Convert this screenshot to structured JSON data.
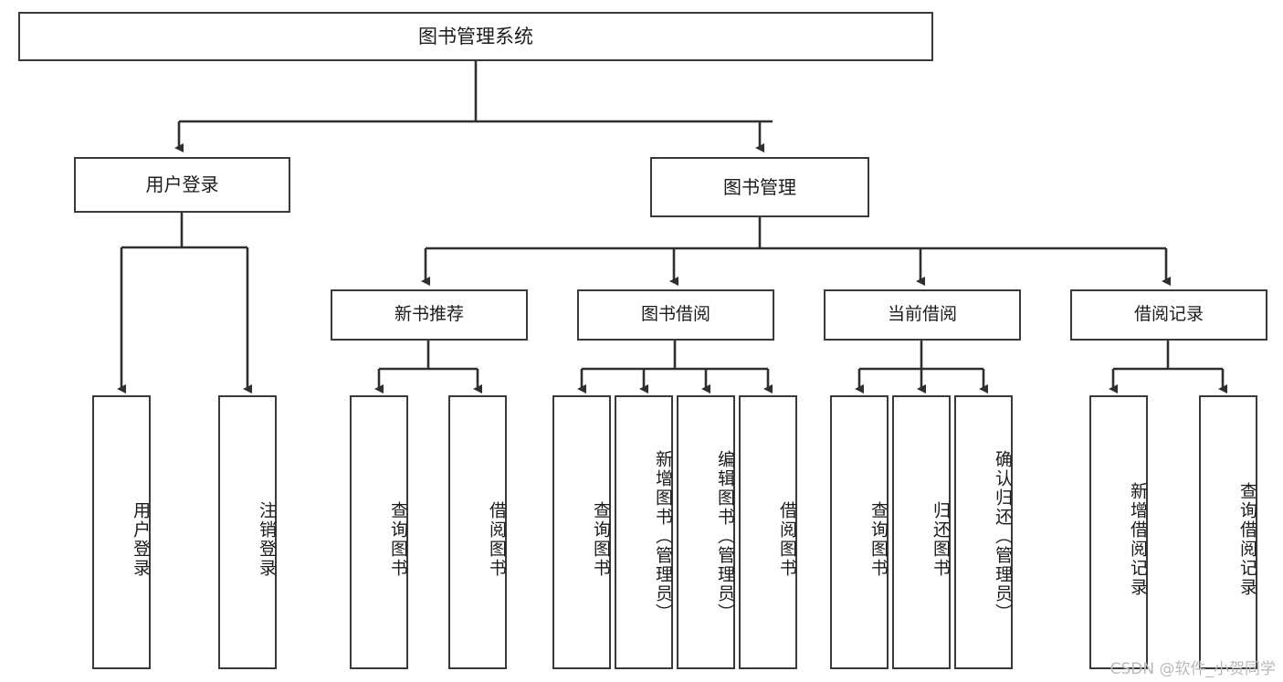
{
  "diagram": {
    "type": "tree-hierarchy",
    "title": "图书管理系统",
    "root": {
      "id": "root",
      "label": "图书管理系统"
    },
    "level1": [
      {
        "id": "user-login",
        "label": "用户登录"
      },
      {
        "id": "book-management",
        "label": "图书管理"
      }
    ],
    "level2": [
      {
        "id": "new-book-recommend",
        "label": "新书推荐",
        "parent": "book-management"
      },
      {
        "id": "book-borrow",
        "label": "图书借阅",
        "parent": "book-management"
      },
      {
        "id": "current-borrow",
        "label": "当前借阅",
        "parent": "book-management"
      },
      {
        "id": "borrow-record",
        "label": "借阅记录",
        "parent": "book-management"
      }
    ],
    "leaves": [
      {
        "id": "leaf-user-login",
        "label": "用户登录",
        "parent": "user-login"
      },
      {
        "id": "leaf-logout-login",
        "label": "注销登录",
        "parent": "user-login"
      },
      {
        "id": "leaf-query-book-1",
        "label": "查询图书",
        "parent": "new-book-recommend"
      },
      {
        "id": "leaf-borrow-book-1",
        "label": "借阅图书",
        "parent": "new-book-recommend"
      },
      {
        "id": "leaf-query-book-2",
        "label": "查询图书",
        "parent": "book-borrow"
      },
      {
        "id": "leaf-add-book",
        "label": "新增图书（管理员）",
        "parent": "book-borrow"
      },
      {
        "id": "leaf-edit-book",
        "label": "编辑图书（管理员）",
        "parent": "book-borrow"
      },
      {
        "id": "leaf-borrow-book-2",
        "label": "借阅图书",
        "parent": "book-borrow"
      },
      {
        "id": "leaf-query-book-3",
        "label": "查询图书",
        "parent": "current-borrow"
      },
      {
        "id": "leaf-return-book",
        "label": "归还图书",
        "parent": "current-borrow"
      },
      {
        "id": "leaf-confirm-return",
        "label": "确认归还（管理员）",
        "parent": "current-borrow"
      },
      {
        "id": "leaf-add-record",
        "label": "新增借阅记录",
        "parent": "borrow-record"
      },
      {
        "id": "leaf-query-record",
        "label": "查询借阅记录",
        "parent": "borrow-record"
      }
    ],
    "colors": {
      "border": "#3a3a3a",
      "text": "#1b1b1b",
      "background": "#ffffff",
      "connector": "#2f2f2f",
      "watermark": "#b9b9b9"
    }
  },
  "watermark": {
    "text": "CSDN @软件_小贺同学"
  }
}
